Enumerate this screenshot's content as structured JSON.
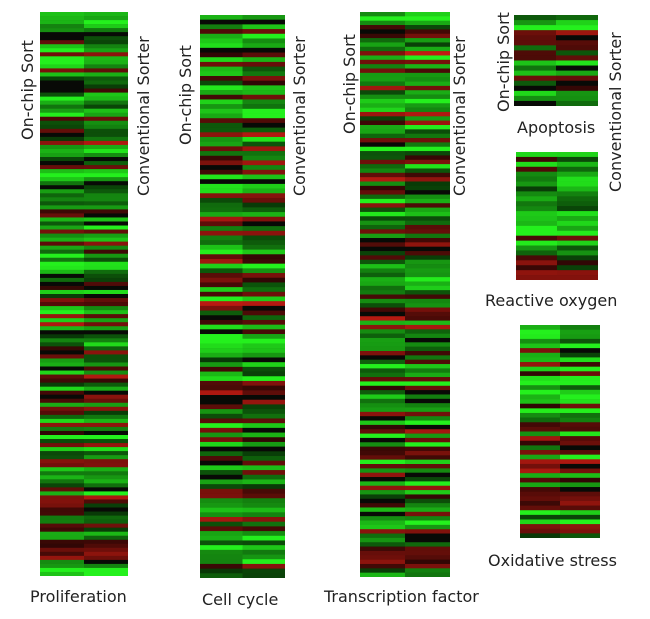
{
  "colors": {
    "up": "#e03020",
    "down": "#30e030",
    "neutral": "#000000"
  },
  "chart_data": [
    {
      "type": "heatmap",
      "title": "Proliferation",
      "columns": [
        "On-chip Sort",
        "Conventional Sorter"
      ],
      "rows": 140,
      "seed": 11
    },
    {
      "type": "heatmap",
      "title": "Cell cycle",
      "columns": [
        "On-chip Sort",
        "Conventional Sorter"
      ],
      "rows": 120,
      "seed": 23
    },
    {
      "type": "heatmap",
      "title": "Transcription factor",
      "columns": [
        "On-chip Sort",
        "Conventional Sorter"
      ],
      "rows": 130,
      "seed": 37
    },
    {
      "type": "heatmap",
      "title": "Apoptosis",
      "columns": [
        "On-chip Sort",
        "Conventional Sorter"
      ],
      "rows": 18,
      "seed": 41
    },
    {
      "type": "heatmap",
      "title": "Reactive oxygen",
      "columns": [],
      "rows": 26,
      "seed": 53
    },
    {
      "type": "heatmap",
      "title": "Oxidative stress",
      "columns": [],
      "rows": 46,
      "seed": 67
    }
  ]
}
